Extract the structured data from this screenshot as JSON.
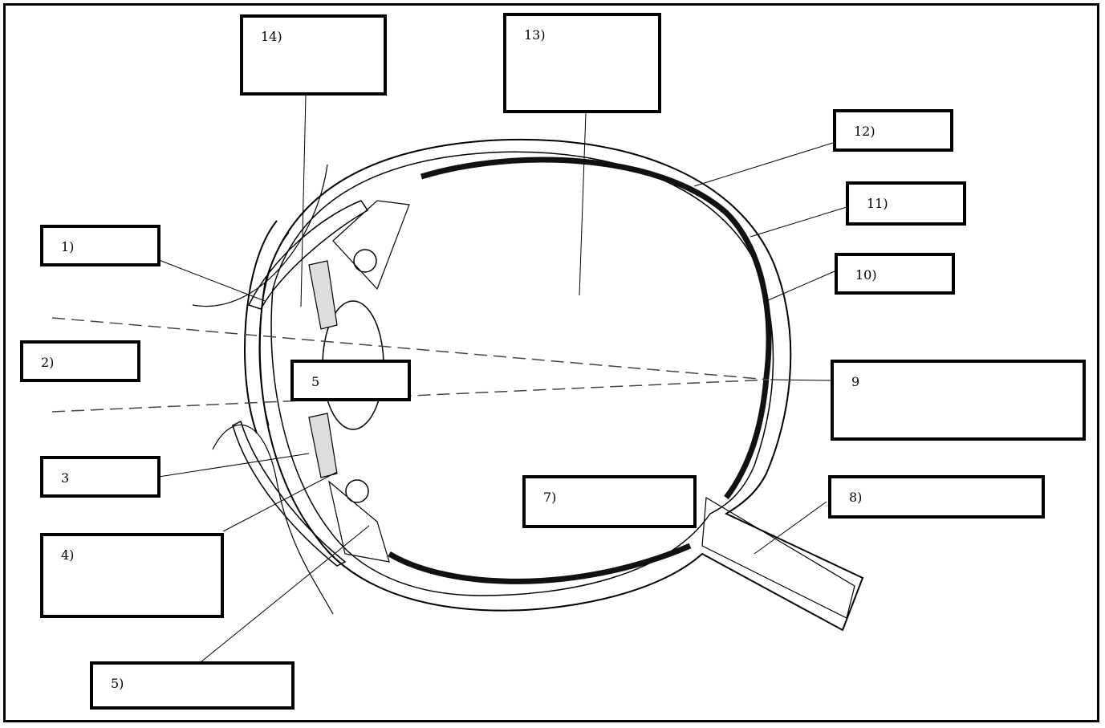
{
  "diagram": {
    "labels": {
      "l1": "1)",
      "l2": "2)",
      "l3": "3",
      "l4": "4)",
      "l5a": "5",
      "l5b": "5)",
      "l7": "7)",
      "l8": "8)",
      "l9": "9",
      "l10": "10)",
      "l11": "11)",
      "l12": "12)",
      "l13": "13)",
      "l14": "14)"
    },
    "colors": {
      "line": "#000000",
      "box_border": "#000000",
      "background": "#ffffff"
    }
  }
}
